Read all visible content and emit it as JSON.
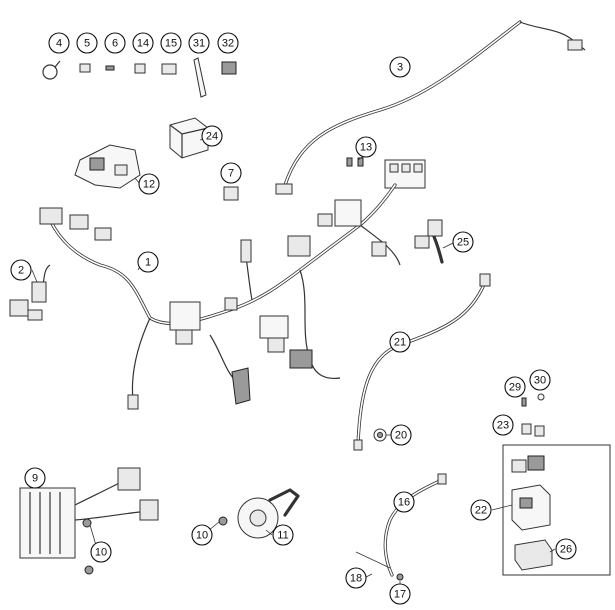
{
  "callouts": [
    {
      "id": "c4",
      "label": "4"
    },
    {
      "id": "c5",
      "label": "5"
    },
    {
      "id": "c6",
      "label": "6"
    },
    {
      "id": "c14",
      "label": "14"
    },
    {
      "id": "c15",
      "label": "15"
    },
    {
      "id": "c31",
      "label": "31"
    },
    {
      "id": "c32",
      "label": "32"
    },
    {
      "id": "c3",
      "label": "3"
    },
    {
      "id": "c24",
      "label": "24"
    },
    {
      "id": "c12",
      "label": "12"
    },
    {
      "id": "c13",
      "label": "13"
    },
    {
      "id": "c7",
      "label": "7"
    },
    {
      "id": "c1",
      "label": "1"
    },
    {
      "id": "c2",
      "label": "2"
    },
    {
      "id": "c25",
      "label": "25"
    },
    {
      "id": "c21",
      "label": "21"
    },
    {
      "id": "c29",
      "label": "29"
    },
    {
      "id": "c30",
      "label": "30"
    },
    {
      "id": "c23",
      "label": "23"
    },
    {
      "id": "c20",
      "label": "20"
    },
    {
      "id": "c9",
      "label": "9"
    },
    {
      "id": "c22",
      "label": "22"
    },
    {
      "id": "c16",
      "label": "16"
    },
    {
      "id": "c10a",
      "label": "10"
    },
    {
      "id": "c11",
      "label": "11"
    },
    {
      "id": "c10b",
      "label": "10"
    },
    {
      "id": "c26",
      "label": "26"
    },
    {
      "id": "c18",
      "label": "18"
    },
    {
      "id": "c17",
      "label": "17"
    }
  ]
}
